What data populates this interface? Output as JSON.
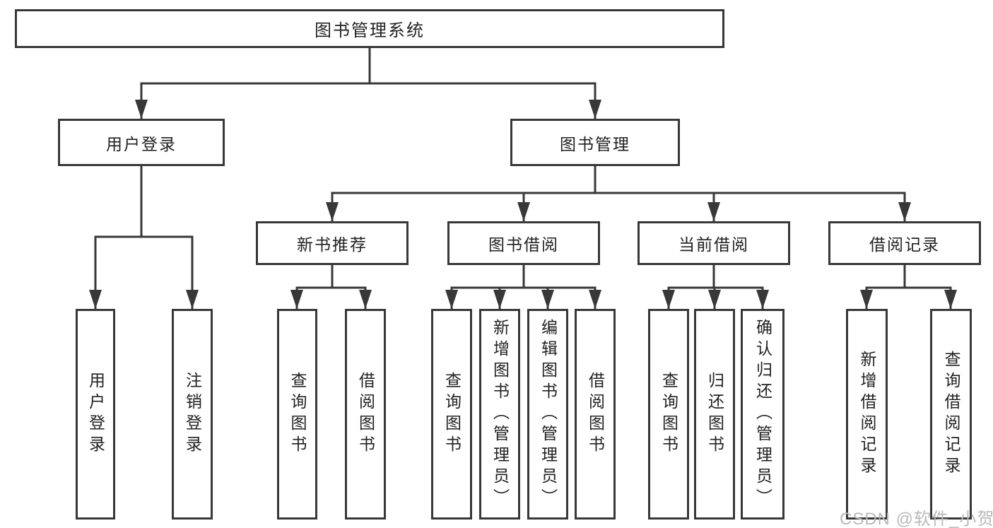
{
  "diagram": {
    "root": {
      "label": "图书管理系统"
    },
    "level1": [
      {
        "label": "用户登录"
      },
      {
        "label": "图书管理"
      }
    ],
    "level2": [
      {
        "label": "新书推荐"
      },
      {
        "label": "图书借阅"
      },
      {
        "label": "当前借阅"
      },
      {
        "label": "借阅记录"
      }
    ],
    "leaves": [
      {
        "label": "用户登录"
      },
      {
        "label": "注销登录"
      },
      {
        "label": "查询图书"
      },
      {
        "label": "借阅图书"
      },
      {
        "label": "查询图书"
      },
      {
        "label": "新增图书（管理员）"
      },
      {
        "label": "编辑图书（管理员）"
      },
      {
        "label": "借阅图书"
      },
      {
        "label": "查询图书"
      },
      {
        "label": "归还图书"
      },
      {
        "label": "确认归还（管理员）"
      },
      {
        "label": "新增借阅记录"
      },
      {
        "label": "查询借阅记录"
      }
    ]
  },
  "watermark": {
    "text": "CSDN @软件_小贺同学"
  },
  "colors": {
    "line": "#383838",
    "text": "#222222",
    "watermark": "#b9b9b9",
    "background": "#ffffff"
  }
}
